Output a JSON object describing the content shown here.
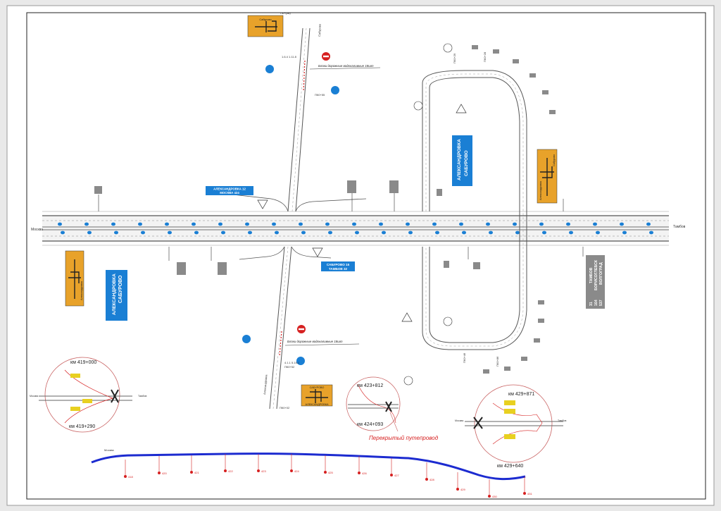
{
  "roads": {
    "main_west": "Москва",
    "main_east": "Тамбов",
    "minimap_west": "Москва",
    "minimap_east": "Тамбов",
    "ramp_north": "Сабурово",
    "ramp_south": "Александровка"
  },
  "guide_signs": {
    "west_blue_north": {
      "line1": "АЛЕКСАНДРОВКА",
      "line2": "САБУРОВО"
    },
    "east_blue": {
      "line1": "АЛЕКСАНДРОВКА",
      "line2": "САБУРОВО"
    },
    "small_north_left": {
      "line1": "АЛЕКСАНДРОВКА 12",
      "line2": "МОСКВА 424"
    },
    "small_south_right": {
      "line1": "САБУРОВО 15",
      "line2": "ТАМБОВ 32"
    },
    "grey_right": {
      "line1": "ТАМБОВ",
      "line2": "БОРИСОГЛЕБСК",
      "line3": "ВОЛГОГРАД",
      "d1": "31",
      "d2": "164",
      "d3": "537"
    },
    "orange_north": {
      "caption": "Сабурово"
    },
    "orange_left": {
      "caption": "Александровка"
    },
    "orange_right": {
      "caption": "Александровка",
      "caption2": "Сабурово"
    },
    "orange_bottom": {
      "line1": "САБУРОВО",
      "line2": "АЛЕКСАНДРОВКА"
    }
  },
  "stations": {
    "north_top": "ПК+(км)",
    "north_group": "1.6.4 1.11.8",
    "north_right": "ПК0+55",
    "south_top": "ПК0+52",
    "south_bottom": "ПК0+02",
    "south_small": "4.1.1 5.15.1",
    "loop_n1": "ПК0+29",
    "loop_n2": "ПК0+28",
    "loop_s1": "ПК0+46",
    "loop_s2": "ПК0+86"
  },
  "notes": {
    "barrier_north": "Блоки дорожные водоналивные 18шт",
    "barrier_south": "Блоки дорожные водоналивные 18шт"
  },
  "insets": {
    "left_top": "км 419+000",
    "left_bottom": "км 419+290",
    "mid_top": "км 423+812",
    "mid_bottom": "км 424+093",
    "mid_caption": "Перекрытый путепровод",
    "right_top": "км 429+871",
    "right_bottom": "км 429+640"
  },
  "minimap": {
    "km_markers": [
      "418",
      "420",
      "421",
      "422",
      "423",
      "424",
      "425",
      "426",
      "427",
      "428",
      "429",
      "430",
      "431"
    ]
  },
  "colors": {
    "road": "#555555",
    "blue_sign": "#1a7fd4",
    "orange_sign": "#e8a22a",
    "grey_sign": "#8a8a8a",
    "red": "#d62020",
    "minimap_line": "#1c2bd0"
  }
}
